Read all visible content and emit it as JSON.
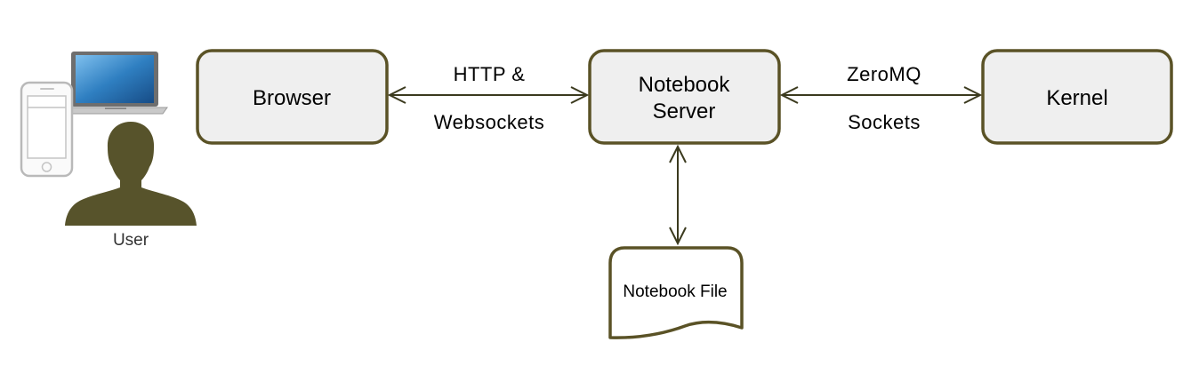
{
  "colors": {
    "box_fill": "#efefef",
    "box_stroke": "#5a5226",
    "arrow": "#3b3a1e",
    "user_silhouette": "#57532b",
    "device_outline": "#b5b5b5",
    "laptop_screen": "#2f7fc1"
  },
  "user": {
    "icon": "user-silhouette-icon",
    "devices": [
      "laptop-icon",
      "phone-icon"
    ],
    "label": "User"
  },
  "nodes": {
    "browser": "Browser",
    "notebook_server": {
      "line1": "Notebook",
      "line2": "Server"
    },
    "kernel": "Kernel",
    "notebook_file": "Notebook File"
  },
  "edges": {
    "browser_server": {
      "line1": "HTTP &",
      "line2": "Websockets"
    },
    "server_kernel": {
      "line1": "ZeroMQ",
      "line2": "Sockets"
    }
  }
}
